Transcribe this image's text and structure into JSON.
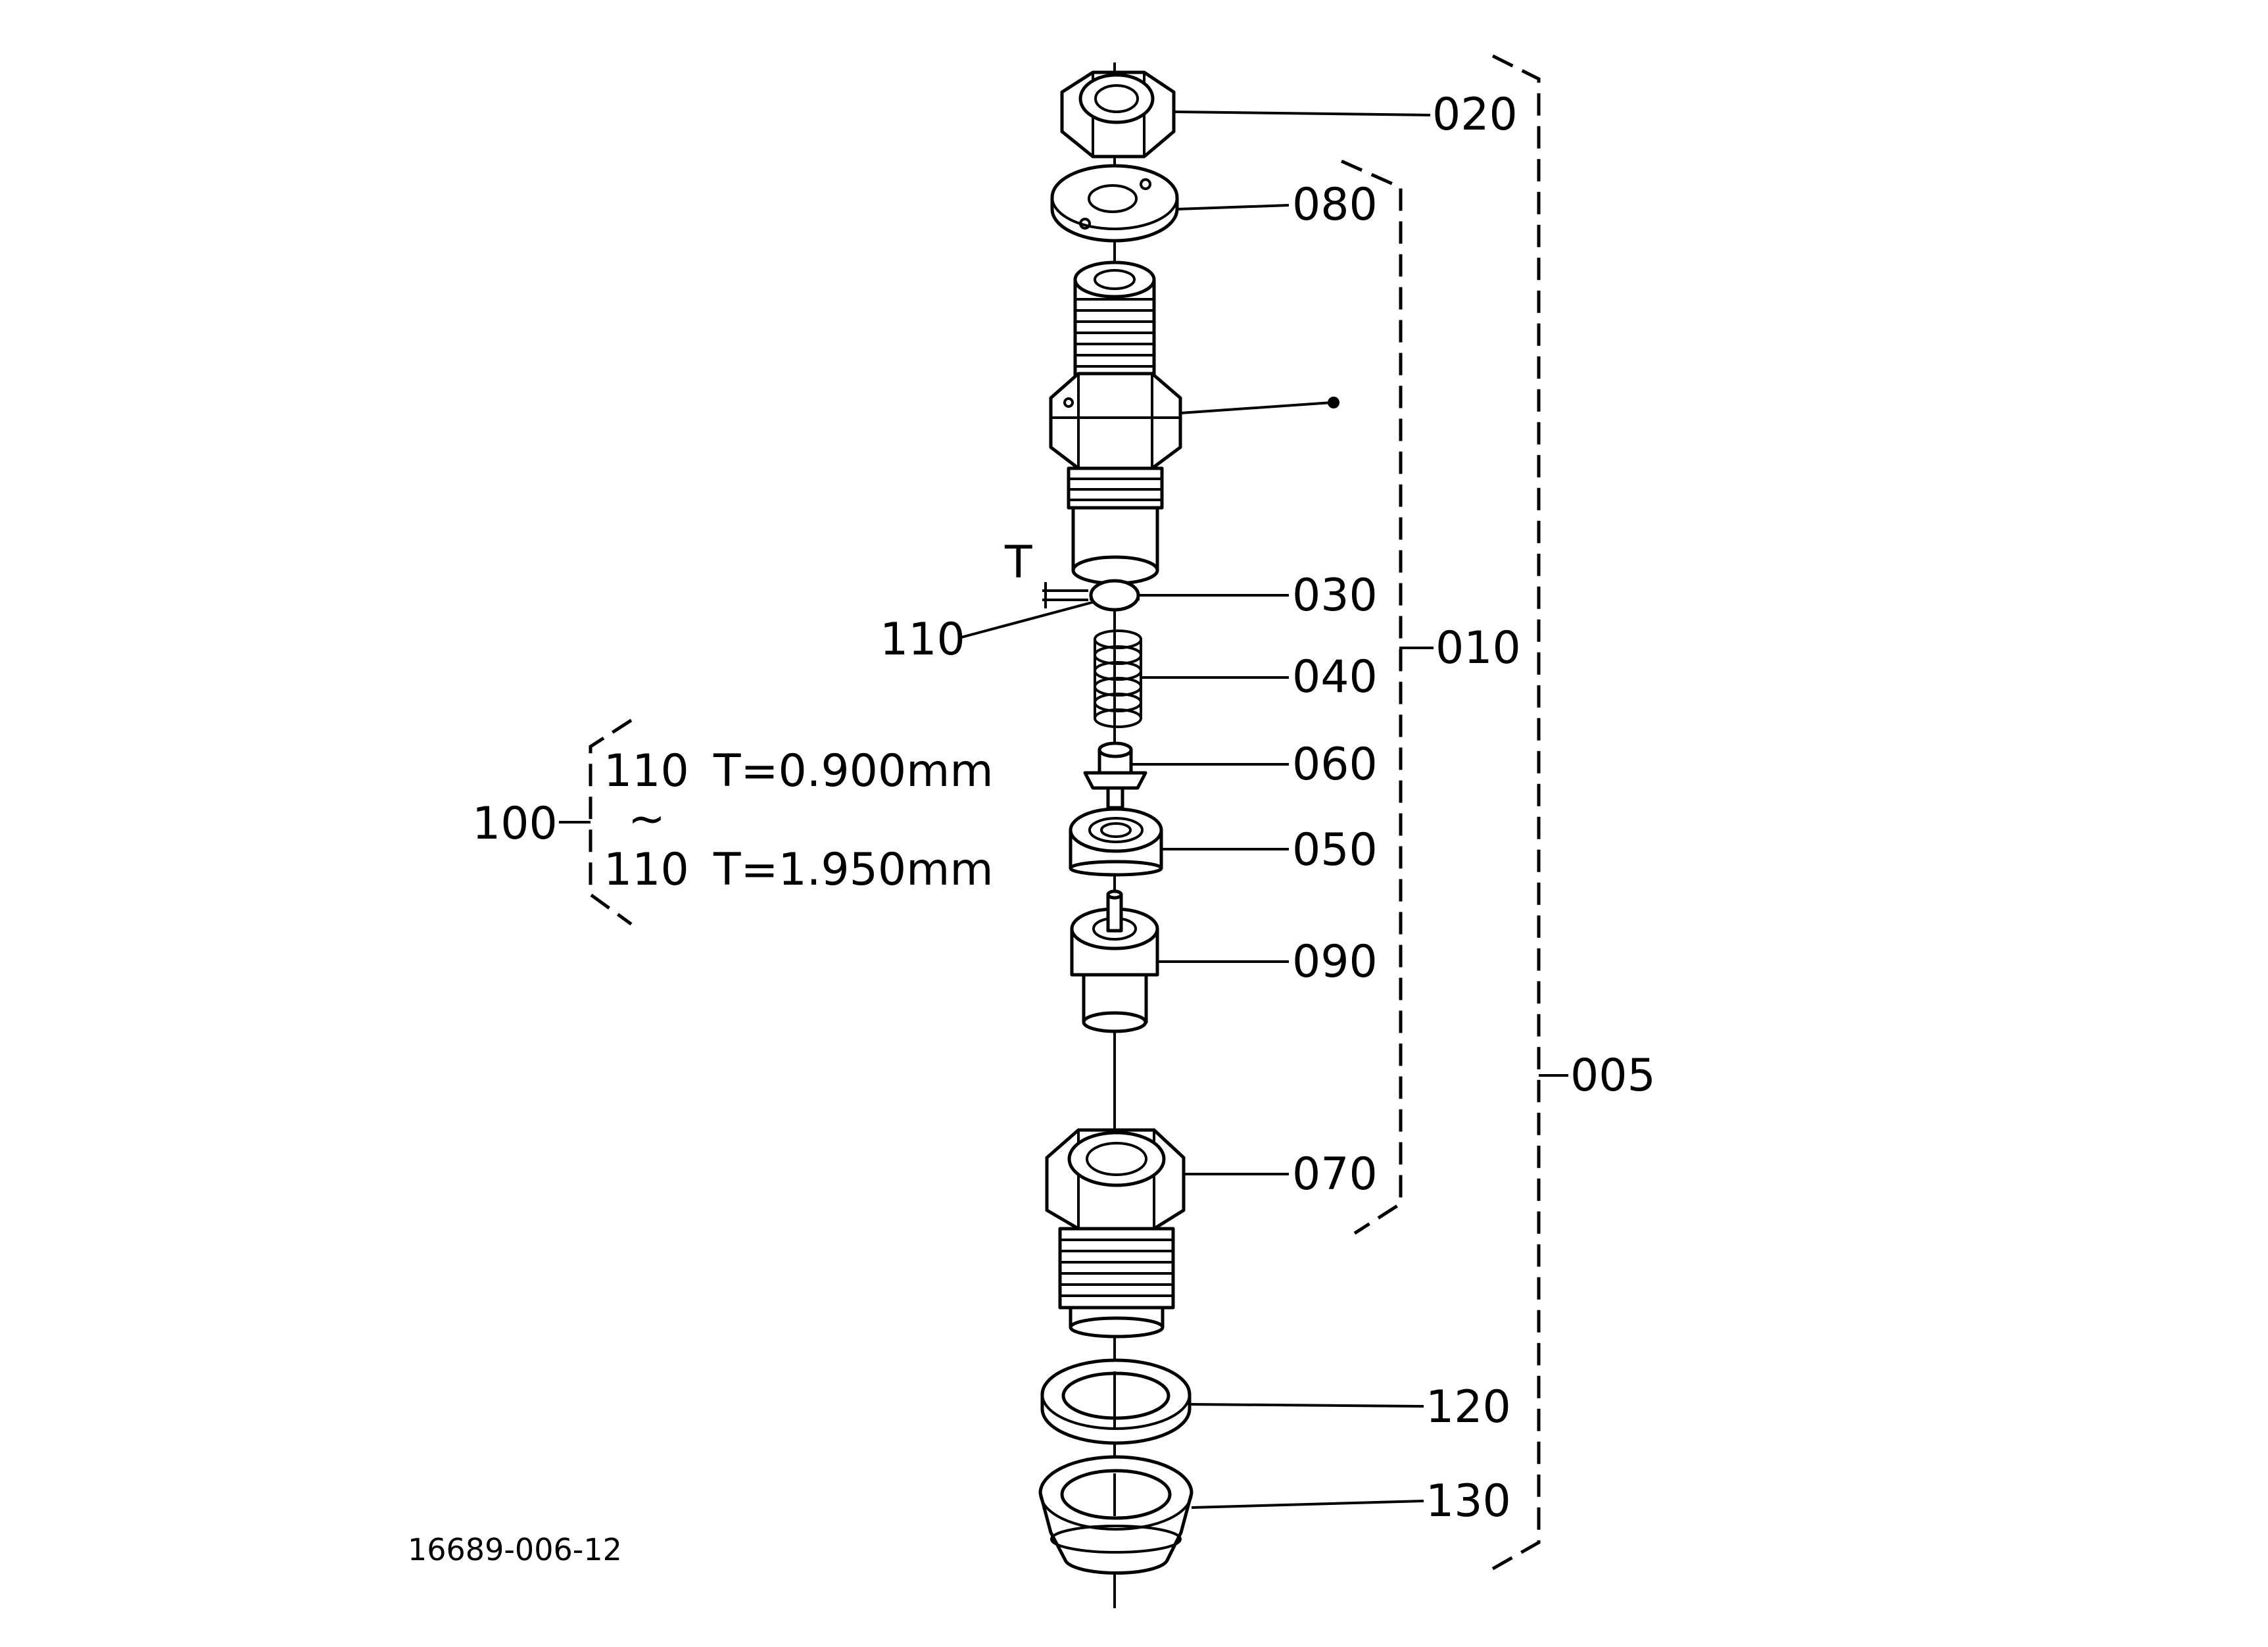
{
  "diagram": {
    "drawing_number": "16689-006-12",
    "callouts": {
      "c020": "020",
      "c080": "080",
      "c030": "030",
      "c040": "040",
      "c060": "060",
      "c050": "050",
      "c090": "090",
      "c070": "070",
      "c120": "120",
      "c130": "130",
      "c010": "010",
      "c005": "005",
      "c110": "110",
      "c100": "100",
      "t_symbol": "T"
    },
    "shim_range": {
      "first_part": "110",
      "first_thickness": "T=0.900mm",
      "tilde": "~",
      "last_part": "110",
      "last_thickness": "T=1.950mm"
    }
  }
}
